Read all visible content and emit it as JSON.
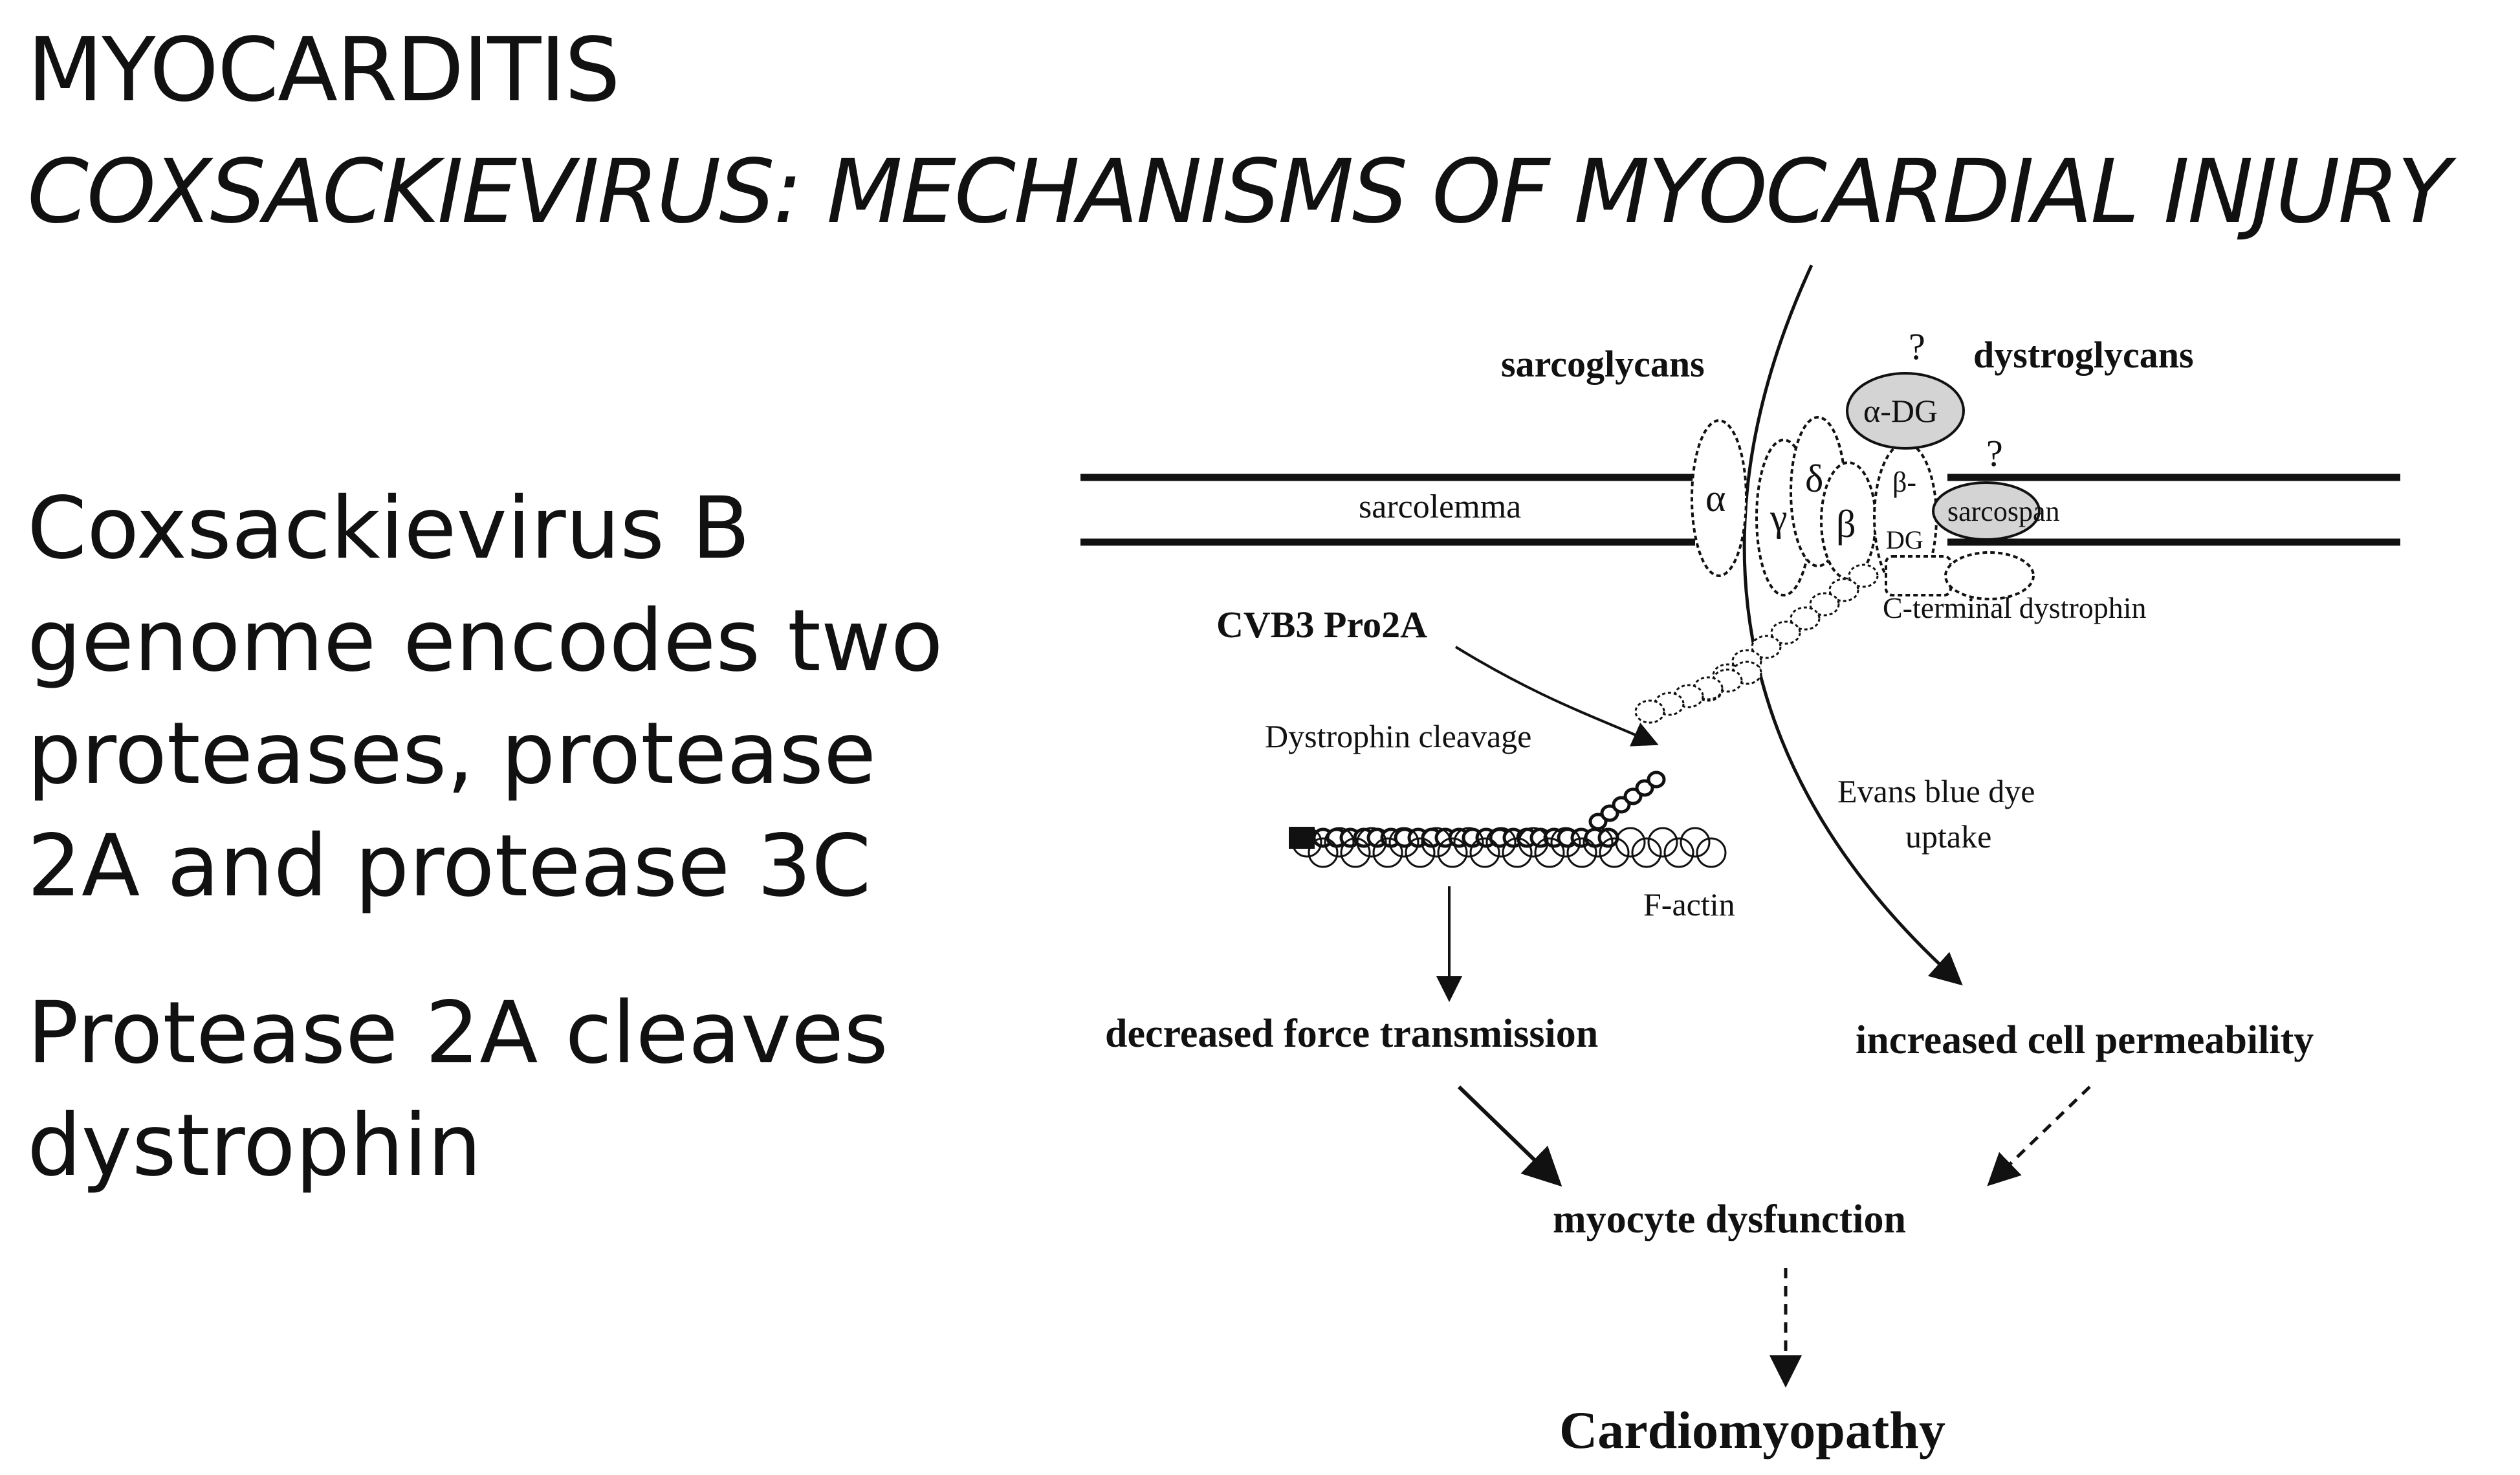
{
  "title": {
    "line1": "MYOCARDITIS",
    "line2": "COXSACKIEVIRUS: MECHANISMS OF MYOCARDIAL INJURY"
  },
  "body": {
    "paragraph1_lines": [
      "Coxsackievirus B",
      "genome encodes two",
      "proteases, protease",
      "2A and protease 3C"
    ],
    "paragraph2_lines": [
      "Protease 2A cleaves",
      "dystrophin"
    ]
  },
  "diagram": {
    "labels": {
      "sarcoglycans": "sarcoglycans",
      "dystroglycans": "dystroglycans",
      "question1": "?",
      "question2": "?",
      "alpha_dg": "α-DG",
      "sarcolemma": "sarcolemma",
      "alpha": "α",
      "gamma": "γ",
      "delta": "δ",
      "beta": "β",
      "beta_dg_1": "β-",
      "beta_dg_2": "DG",
      "sarcospan": "sarcospan",
      "c_terminal": "C-terminal dystrophin",
      "cvb3": "CVB3 Pro2A",
      "cleavage": "Dystrophin cleavage",
      "evans1": "Evans blue dye",
      "evans2": "uptake",
      "factin": "F-actin",
      "decreased": "decreased force transmission",
      "increased": "increased cell permeability",
      "myocyte": "myocyte dysfunction",
      "cardiomyopathy": "Cardiomyopathy"
    },
    "colors": {
      "ink": "#111111",
      "fill_gray": "#d4d4d4",
      "background": "#ffffff"
    }
  }
}
